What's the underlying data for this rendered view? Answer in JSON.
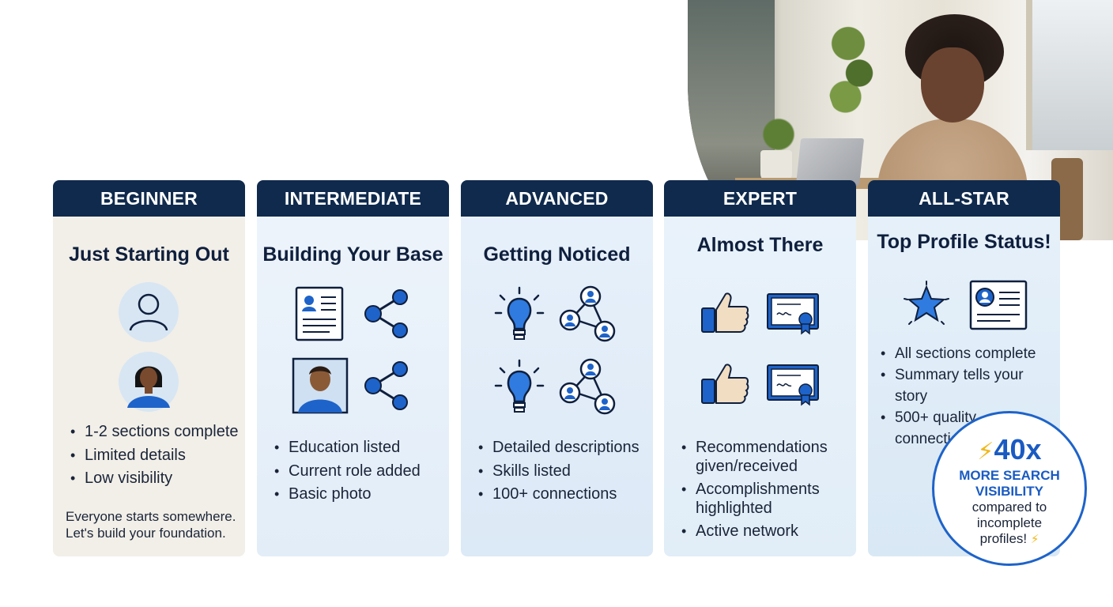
{
  "levels": [
    {
      "header": "BEGINNER",
      "title": "Just Starting Out",
      "bullets": [
        "1-2 sections complete",
        "Limited details",
        "Low visibility"
      ],
      "footer_line1": "Everyone starts somewhere.",
      "footer_line2": "Let's build your foundation.",
      "icons": [
        "person-outline-icon",
        "person-avatar-icon"
      ]
    },
    {
      "header": "INTERMEDIATE",
      "title": "Building Your Base",
      "bullets": [
        "Education listed",
        "Current role added",
        "Basic photo"
      ],
      "icons": [
        "resume-icon",
        "share-icon",
        "profile-photo-icon",
        "share-icon"
      ]
    },
    {
      "header": "ADVANCED",
      "title": "Getting Noticed",
      "bullets": [
        "Detailed descriptions",
        "Skills listed",
        "100+ connections"
      ],
      "icons": [
        "lightbulb-icon",
        "network-icon",
        "lightbulb-icon",
        "network-icon"
      ]
    },
    {
      "header": "EXPERT",
      "title": "Almost There",
      "bullets": [
        "Recommendations given/received",
        "Accomplishments highlighted",
        "Active network"
      ],
      "icons": [
        "thumbs-up-icon",
        "certificate-icon",
        "thumbs-up-icon",
        "certificate-icon"
      ]
    },
    {
      "header": "ALL-STAR",
      "title": "Top Profile Status!",
      "bullets": [
        "All sections complete",
        "Summary tells your story",
        "500+ quality connections"
      ],
      "icons": [
        "star-icon",
        "id-card-icon"
      ]
    }
  ],
  "badge": {
    "value": "40x",
    "line1": "MORE SEARCH",
    "line2": "VISIBILITY",
    "line3": "compared to",
    "line4": "incomplete",
    "line5": "profiles!"
  },
  "colors": {
    "header_bg": "#0f2a4d",
    "accent_blue": "#1e63c9",
    "bolt": "#f1b81a"
  }
}
